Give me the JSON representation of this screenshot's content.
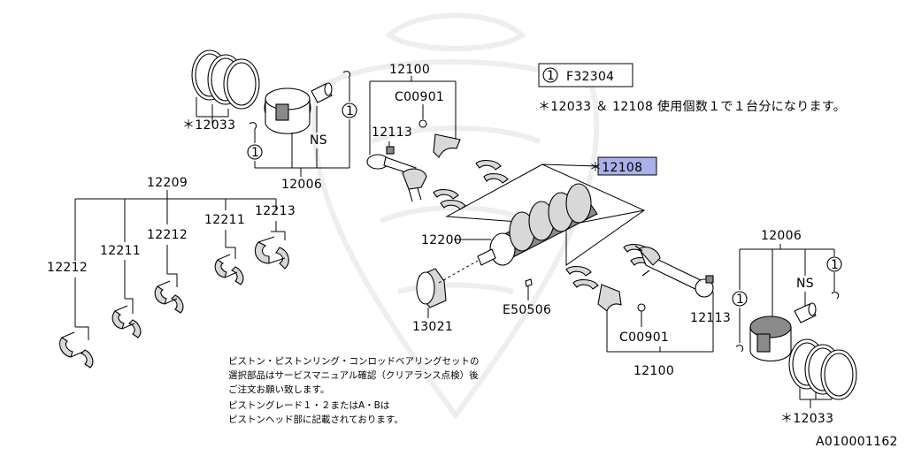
{
  "diagram": {
    "ref_box": {
      "circle_num": "1",
      "code": "F32304"
    },
    "star_note": "＊12033 ＆ 12108 使用個数１で１台分になります。",
    "highlight_label": "＊12108",
    "highlight_color": "#aab0e8",
    "labels": {
      "rings_top": "＊12033",
      "piston_top_ns": "NS",
      "piston_top_ref": "1",
      "piston_top_ref2": "1",
      "piston_top_num": "12006",
      "rod_top_num": "12100",
      "rod_top_nut": "C00901",
      "rod_top_bolt": "12113",
      "bearing_set": "12209",
      "bearing_12211_a": "12211",
      "bearing_12212_a": "12212",
      "bearing_12211_b": "12211",
      "bearing_12213": "12213",
      "bearing_12212_b": "12212",
      "crank": "12200",
      "pulley": "13021",
      "key": "E50506",
      "piston_bot_num": "12006",
      "piston_bot_ns": "NS",
      "piston_bot_ref": "1",
      "piston_bot_ref2": "1",
      "rod_bot_nut": "C00901",
      "rod_bot_bolt": "12113",
      "rod_bot_num": "12100",
      "rings_bot": "＊12033",
      "figure_id": "A010001162"
    },
    "notes": [
      "ピストン・ピストンリング・コンロッドベアリングセットの",
      "選択部品はサービスマニュアル確認（クリアランス点検）後",
      "ご注文お願い致します。",
      "ピストングレード１・２またはA・Bは",
      "ピストンヘッド部に記載されております。"
    ]
  }
}
